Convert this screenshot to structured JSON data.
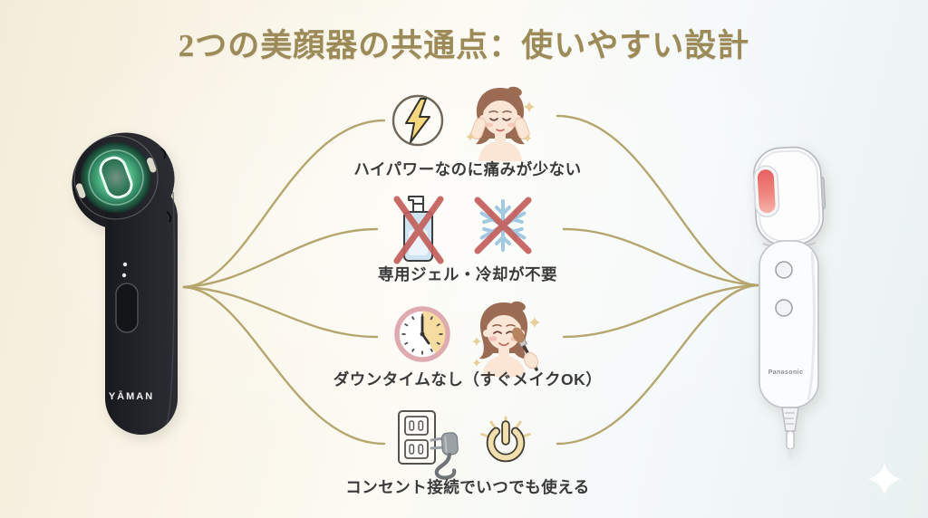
{
  "title": "2つの美顔器の共通点：使いやすい設計",
  "features": [
    {
      "label": "ハイパワーなのに痛みが少ない",
      "icons": [
        "lightning-icon",
        "relaxed-face-icon"
      ]
    },
    {
      "label": "専用ジェル・冷却が不要",
      "icons": [
        "no-gel-icon",
        "no-cooling-icon"
      ]
    },
    {
      "label": "ダウンタイムなし（すぐメイクOK）",
      "icons": [
        "clock-icon",
        "makeup-face-icon"
      ]
    },
    {
      "label": "コンセント接続でいつでも使える",
      "icons": [
        "outlet-plug-icon",
        "power-icon"
      ]
    }
  ],
  "devices": {
    "left_brand": "YĀMAN",
    "right_brand": "Panasonic"
  },
  "colors": {
    "background_warm": "#f4ecd9",
    "background_cool": "#e9f1f0",
    "title_gold": "#9c8b58",
    "line_gold": "#b2a268",
    "text_dark": "#3a3a3a",
    "cross_red": "#c45f5c",
    "bolt_yellow": "#f6d77d",
    "glow_green": "#5ecd96",
    "lamp_red": "#e86060",
    "clock_pink": "#e0abb0",
    "clock_yellow": "#f7dc9f",
    "snow_blue": "#a3c9e2",
    "gel_blue": "#cfe4f2",
    "power_gold": "#f2dfae",
    "skin": "#fbe6d6",
    "hair_brown": "#9b6b53",
    "sparkle_gold": "#e8cf9a"
  }
}
